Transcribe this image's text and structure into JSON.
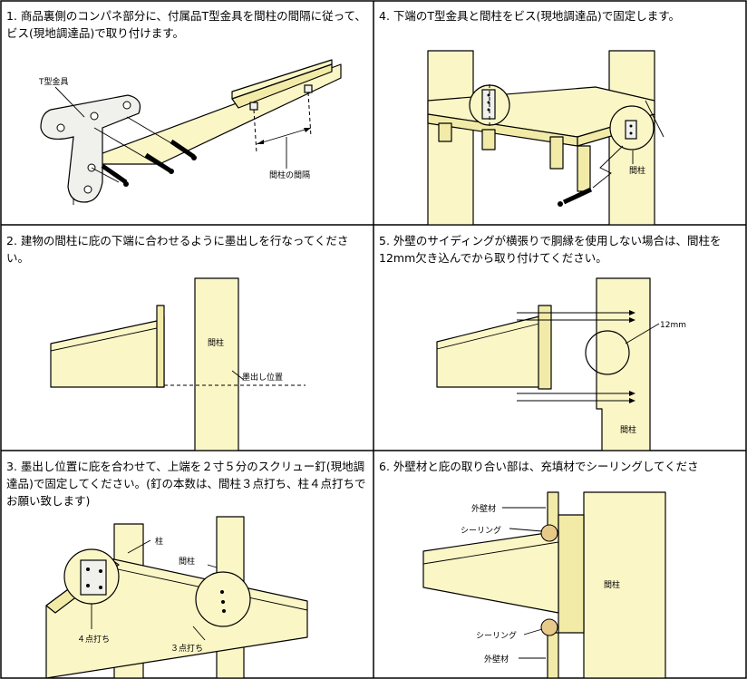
{
  "steps": [
    {
      "text": "1. 商品裏側のコンパネ部分に、付属品T型金具を間柱の間隔に従って、ビス(現地調達品)で取り付けます。",
      "labels": {
        "t_bracket": "T型金具",
        "stud_spacing": "間柱の間隔"
      }
    },
    {
      "text": "2. 建物の間柱に庇の下端に合わせるように墨出しを行なってください。",
      "labels": {
        "stud": "間柱",
        "mark_line": "墨出し位置"
      }
    },
    {
      "text": "3. 墨出し位置に庇を合わせて、上端を２寸５分のスクリュー釘(現地調達品)で固定してください。(釘の本数は、間柱３点打ち、柱４点打ちでお願い致します)",
      "labels": {
        "post": "柱",
        "stud": "間柱",
        "four_point": "４点打ち",
        "three_point": "３点打ち"
      }
    },
    {
      "text": "4. 下端のT型金具と間柱をビス(現地調達品)で固定します。",
      "labels": {
        "stud": "間柱"
      }
    },
    {
      "text": "5. 外壁のサイディングが横張りで胴縁を使用しない場合は、間柱を12mm欠き込んでから取り付けてください。",
      "labels": {
        "notch": "12mm",
        "stud": "間柱"
      }
    },
    {
      "text": "6. 外壁材と庇の取り合い部は、充填材でシーリングしてくださ",
      "labels": {
        "siding_top": "外壁材",
        "sealing_top": "シーリング",
        "stud": "間柱",
        "sealing_bottom": "シーリング",
        "siding_bottom": "外壁材"
      }
    }
  ],
  "colors": {
    "wood": "#fbf6c6",
    "border": "#000000",
    "sealant": "#e7c98a"
  }
}
